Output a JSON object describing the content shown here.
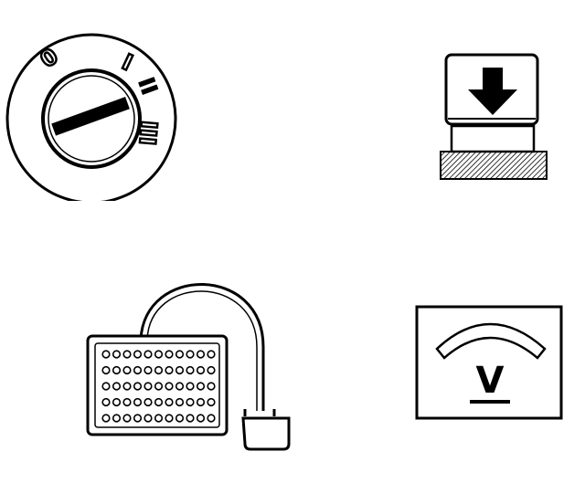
{
  "ignition_switch": {
    "icon": "ignition-key-switch-icon",
    "positions": [
      "0",
      "I",
      "II",
      "III"
    ]
  },
  "press_down": {
    "icon": "press-down-arrow-icon"
  },
  "breakout_box": {
    "icon": "breakout-box-icon",
    "rows": 5,
    "cols": 11
  },
  "voltmeter": {
    "icon": "voltmeter-icon",
    "symbol": "V"
  }
}
